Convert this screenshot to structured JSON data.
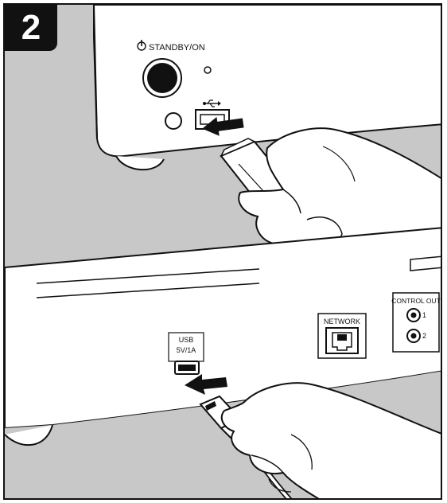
{
  "step": {
    "number": "2"
  },
  "front_panel": {
    "standby_label": "STANDBY/ON",
    "usb_symbol": "usb-icon"
  },
  "rear_panel": {
    "usb_label": "USB",
    "usb_rating": "5V/1A",
    "network_label": "NETWORK",
    "control_out_label": "CONTROL OUT",
    "control_out_port_1": "1",
    "control_out_port_2": "2"
  },
  "colors": {
    "background_gray": "#c8c8c8",
    "device_white": "#ffffff",
    "line": "#111111",
    "badge": "#111111"
  }
}
